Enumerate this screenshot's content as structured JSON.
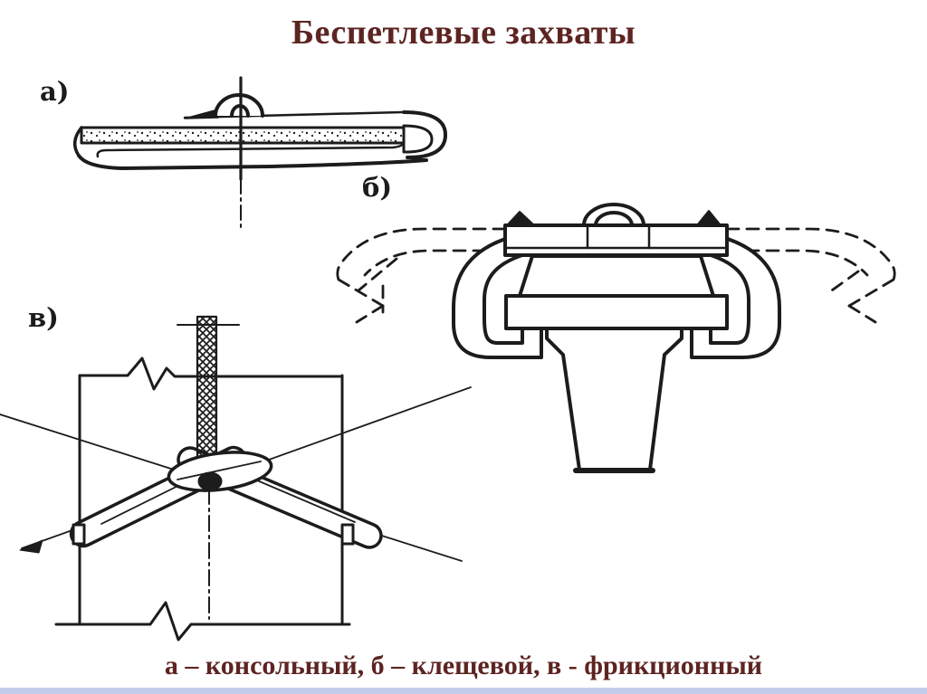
{
  "slide": {
    "title": "Беспетлевые захваты",
    "caption": "а – консольный, б – клещевой, в - фрикционный",
    "figures": [
      {
        "id": "a",
        "label": "а)"
      },
      {
        "id": "b",
        "label": "б)"
      },
      {
        "id": "v",
        "label": "в)"
      }
    ],
    "colors": {
      "text": "#5d2422",
      "line": "#1c1c1c",
      "footer_bar": "#c3cde9",
      "background": "#ffffff"
    }
  }
}
